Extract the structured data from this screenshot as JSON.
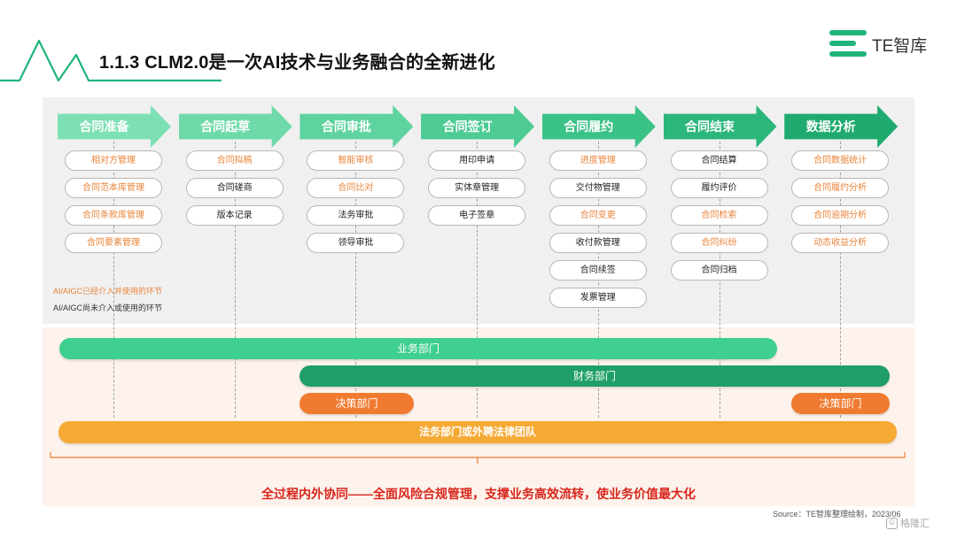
{
  "header": {
    "title": "1.1.3 CLM2.0是一次AI技术与业务融合的全新进化",
    "logo_text": "TE智库"
  },
  "colors": {
    "green_light": "#3fcf8e",
    "green_dark": "#1f9e6a",
    "orange": "#f07b30",
    "amber": "#f5aa35",
    "ai_text": "#e8843a",
    "conclusion": "#d9261c"
  },
  "stages": [
    {
      "label": "合同准备",
      "items": [
        {
          "text": "相对方管理",
          "ai": true
        },
        {
          "text": "合同范本库管理",
          "ai": true
        },
        {
          "text": "合同条款库管理",
          "ai": true
        },
        {
          "text": "合同要素管理",
          "ai": true
        }
      ]
    },
    {
      "label": "合同起草",
      "items": [
        {
          "text": "合同拟稿",
          "ai": true
        },
        {
          "text": "合同磋商",
          "ai": false
        },
        {
          "text": "版本记录",
          "ai": false
        }
      ]
    },
    {
      "label": "合同审批",
      "items": [
        {
          "text": "智能审核",
          "ai": true
        },
        {
          "text": "合同比对",
          "ai": true
        },
        {
          "text": "法务审批",
          "ai": false
        },
        {
          "text": "领导审批",
          "ai": false
        }
      ]
    },
    {
      "label": "合同签订",
      "items": [
        {
          "text": "用印申请",
          "ai": false
        },
        {
          "text": "实体章管理",
          "ai": false
        },
        {
          "text": "电子签章",
          "ai": false
        }
      ]
    },
    {
      "label": "合同履约",
      "items": [
        {
          "text": "进度管理",
          "ai": true
        },
        {
          "text": "交付物管理",
          "ai": false
        },
        {
          "text": "合同变更",
          "ai": true
        },
        {
          "text": "收付款管理",
          "ai": false
        },
        {
          "text": "合同续签",
          "ai": false
        },
        {
          "text": "发票管理",
          "ai": false
        }
      ]
    },
    {
      "label": "合同结束",
      "items": [
        {
          "text": "合同结算",
          "ai": false
        },
        {
          "text": "履约评价",
          "ai": false
        },
        {
          "text": "合同检索",
          "ai": true
        },
        {
          "text": "合同纠纷",
          "ai": true
        },
        {
          "text": "合同归档",
          "ai": false
        }
      ]
    },
    {
      "label": "数据分析",
      "items": [
        {
          "text": "合同数据统计",
          "ai": true
        },
        {
          "text": "合同履约分析",
          "ai": true
        },
        {
          "text": "合同逾期分析",
          "ai": true
        },
        {
          "text": "动态收益分析",
          "ai": true
        }
      ]
    }
  ],
  "legend": {
    "ai": "AI/AIGC已经介入并使用的环节",
    "plain": "AI/AIGC尚未介入或使用的环节"
  },
  "departments": {
    "business": "业务部门",
    "finance": "财务部门",
    "decision_left": "决策部门",
    "decision_right": "决策部门",
    "legal": "法务部门或外聘法律团队"
  },
  "conclusion": "全过程内外协同——全面风险合规管理，支撑业务高效流转，使业务价值最大化",
  "source": "Source：TE智库整理绘制，2023/06",
  "watermark": "格隆汇"
}
